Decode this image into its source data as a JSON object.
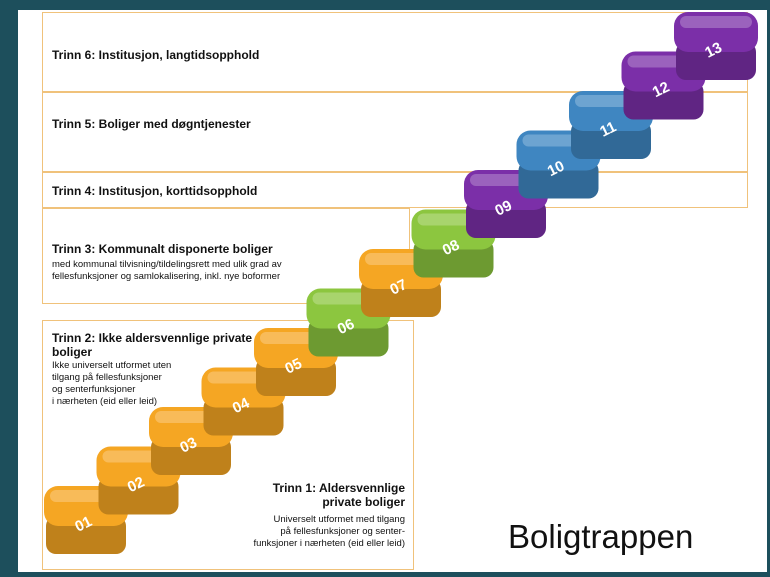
{
  "levels": {
    "t6": {
      "title": "Trinn 6: Institusjon, langtidsopphold"
    },
    "t5": {
      "title": "Trinn 5: Boliger med døgntjenester"
    },
    "t4": {
      "title": "Trinn 4: Institusjon, korttidsopphold"
    },
    "t3": {
      "title": "Trinn 3: Kommunalt disponerte boliger",
      "desc_line1": "med kommunal tilvisning/tildelingsrett med ulik grad av",
      "desc_line2": "fellesfunksjoner og samlokalisering, inkl. nye boformer"
    },
    "t2": {
      "title": "Trinn 2: Ikke aldersvennlige private boliger",
      "desc_line1": "Ikke universelt utformet uten",
      "desc_line2": "tilgang på fellesfunksjoner",
      "desc_line3": "og senterfunksjoner",
      "desc_line4": "i nærheten (eid eller leid)"
    },
    "t1": {
      "title_line1": "Trinn 1: Aldersvennlige",
      "title_line2": "private boliger",
      "desc_line1": "Universelt utformet med tilgang",
      "desc_line2": "på fellesfunksjoner og senter-",
      "desc_line3": "funksjoner i nærheten (eid eller leid)"
    }
  },
  "steps": [
    {
      "label": "01",
      "color": "#f5a623"
    },
    {
      "label": "02",
      "color": "#f5a623"
    },
    {
      "label": "03",
      "color": "#f5a623"
    },
    {
      "label": "04",
      "color": "#f5a623"
    },
    {
      "label": "05",
      "color": "#f5a623"
    },
    {
      "label": "06",
      "color": "#8cc63f"
    },
    {
      "label": "07",
      "color": "#f5a623"
    },
    {
      "label": "08",
      "color": "#8cc63f"
    },
    {
      "label": "09",
      "color": "#7b2fa8"
    },
    {
      "label": "10",
      "color": "#3f86c1"
    },
    {
      "label": "11",
      "color": "#3f86c1"
    },
    {
      "label": "12",
      "color": "#7b2fa8"
    },
    {
      "label": "13",
      "color": "#7b2fa8"
    }
  ],
  "caption": "Boligtrappen"
}
